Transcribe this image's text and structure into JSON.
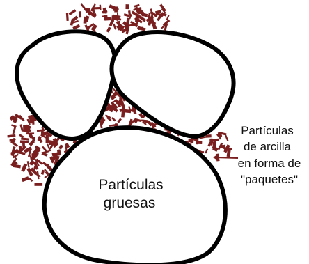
{
  "diagram": {
    "grain_label_line1": "Partículas",
    "grain_label_line2": "gruesas",
    "clay_label_line1": "Partículas",
    "clay_label_line2": "de arcilla",
    "clay_label_line3": "en forma de",
    "clay_label_line4": "\"paquetes\"",
    "clay_color": "#7a1f1f",
    "outline_color": "#000000"
  }
}
